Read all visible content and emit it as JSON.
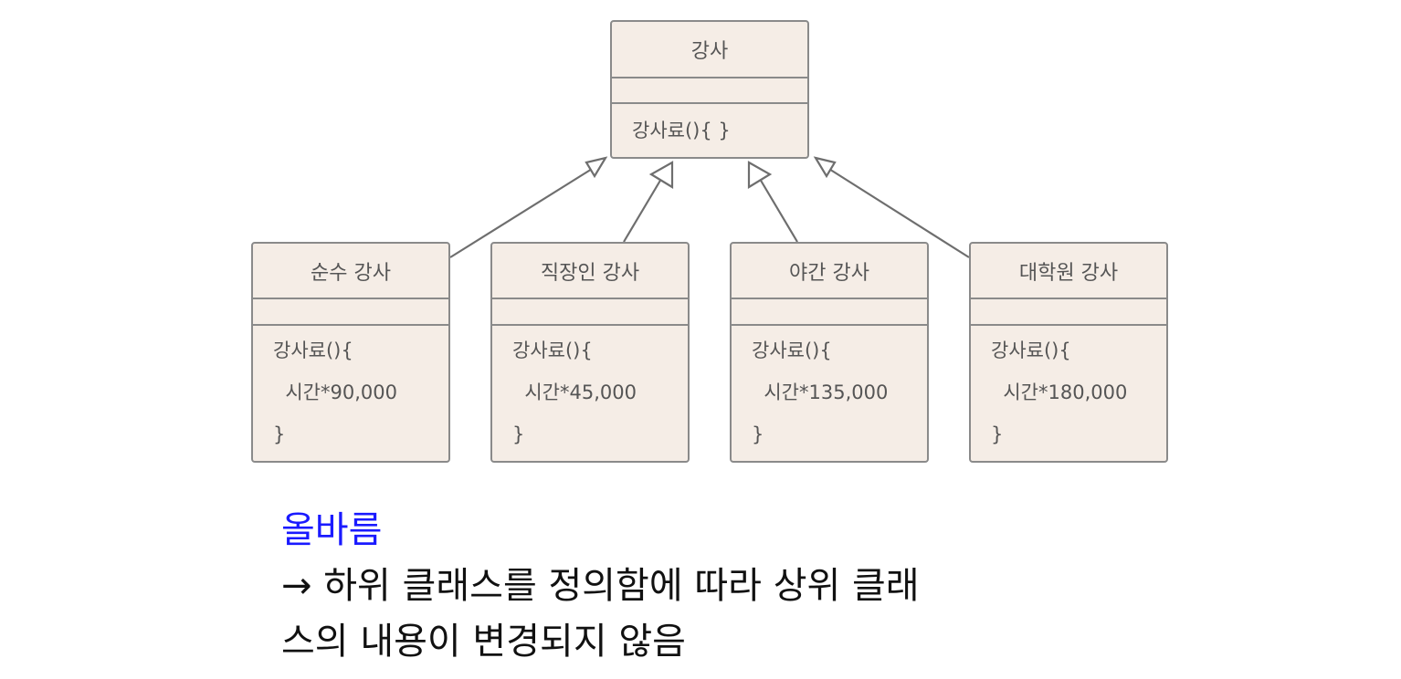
{
  "diagram": {
    "parent": {
      "name": "강사",
      "operations": [
        "강사료(){ }"
      ]
    },
    "children": [
      {
        "name": "순수 강사",
        "operations": [
          "강사료(){",
          "  시간*90,000",
          "}"
        ]
      },
      {
        "name": "직장인 강사",
        "operations": [
          "강사료(){",
          "  시간*45,000",
          "}"
        ]
      },
      {
        "name": "야간 강사",
        "operations": [
          "강사료(){",
          "  시간*135,000",
          "}"
        ]
      },
      {
        "name": "대학원 강사",
        "operations": [
          "강사료(){",
          "  시간*180,000",
          "}"
        ]
      }
    ],
    "relationship": "inheritance",
    "line_color": "#6e6e6e",
    "box_fill": "#f5ede6"
  },
  "caption": {
    "verdict": "올바름",
    "verdict_color": "#1a1aff",
    "line1": "→ 하위 클래스를 정의함에 따라 상위 클래",
    "line2": "스의 내용이 변경되지 않음"
  }
}
